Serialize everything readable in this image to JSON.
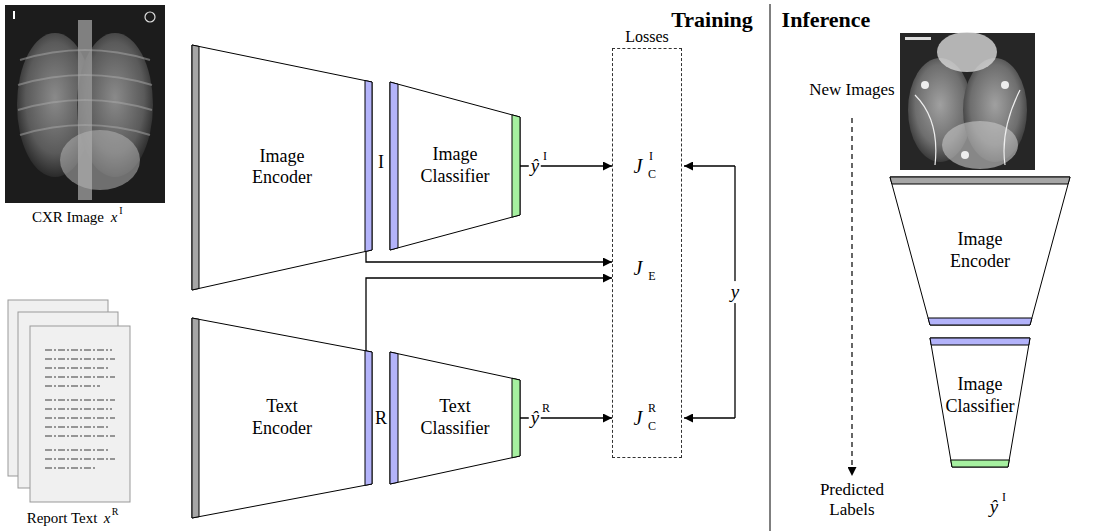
{
  "diagram": {
    "nodes": [
      {
        "text": [
          "Image Encoder"
        ]
      },
      {
        "text": [
          "Image Classifier"
        ]
      },
      {
        "text": [
          "Text Encoder"
        ]
      },
      {
        "text": [
          "Text Classifier"
        ]
      },
      {
        "text": [
          "Losses"
        ]
      },
      {
        "text": [
          "Image Encoder"
        ]
      },
      {
        "text": [
          "Image Classifier"
        ]
      }
    ],
    "edges": [
      {
        "from": 1,
        "to": 4,
        "arrow": "to"
      },
      {
        "from": 0,
        "to": 4,
        "arrow": "to"
      },
      {
        "from": 2,
        "to": 4,
        "arrow": "to"
      },
      {
        "from": 3,
        "to": 4,
        "arrow": "to"
      }
    ],
    "labels": [
      "Training",
      "Inference",
      "CXR Image",
      "x",
      "I",
      "Report Text",
      "x",
      "R",
      "I",
      "R",
      "ŷ",
      "I",
      "ŷ",
      "R",
      "J",
      "I",
      "C",
      "J",
      "E",
      "J",
      "R",
      "C",
      "y",
      "New Images",
      "Predicted Labels",
      "ŷ",
      "I"
    ]
  }
}
